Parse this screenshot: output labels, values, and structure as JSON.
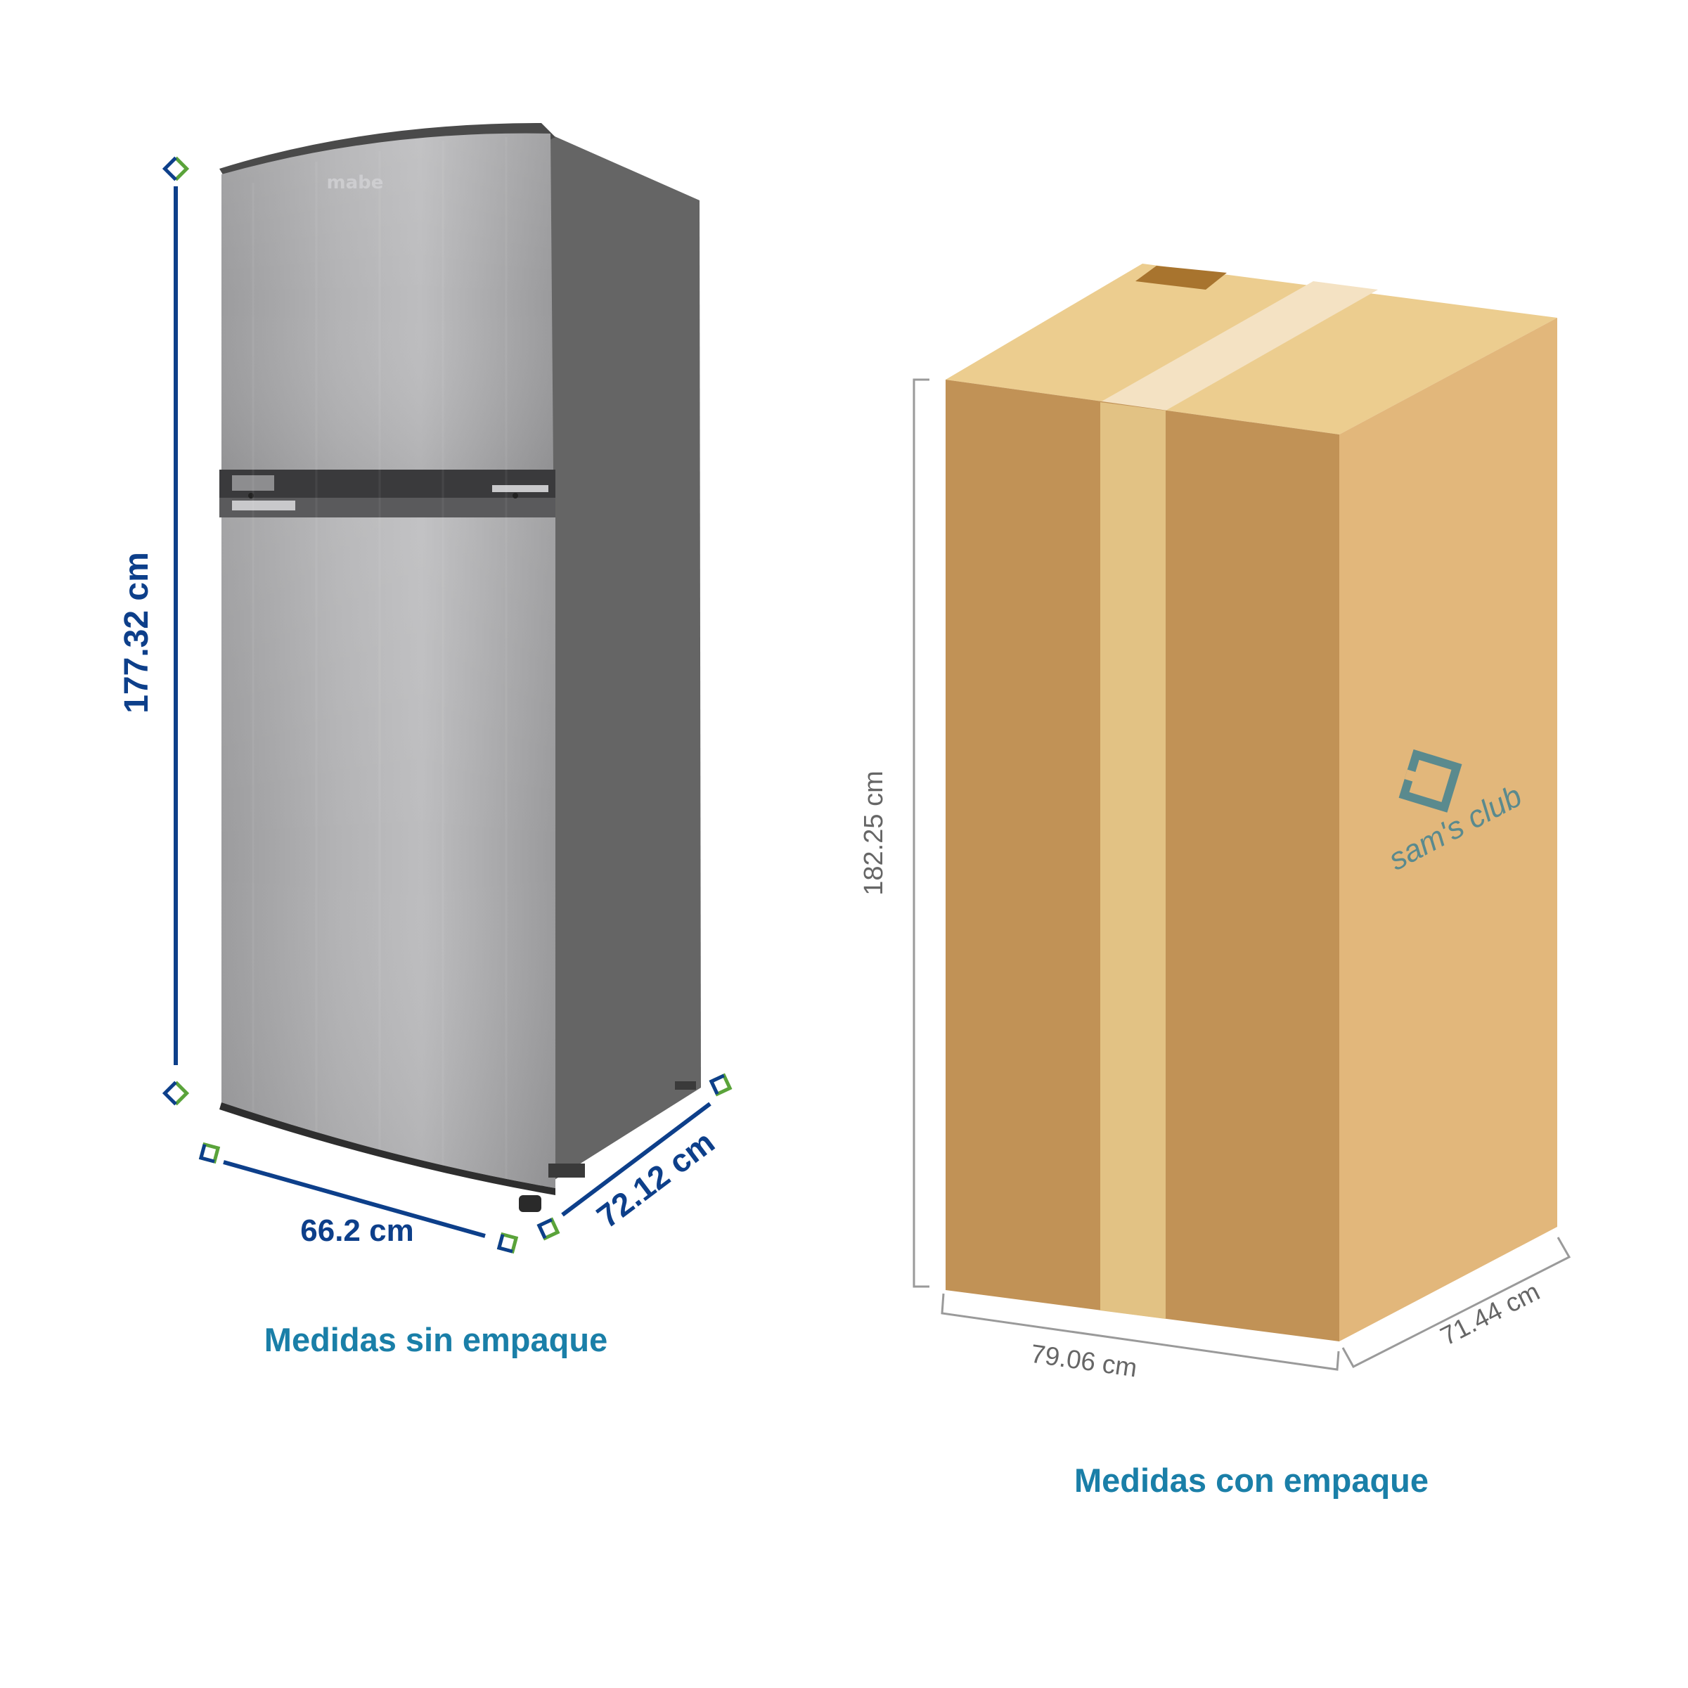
{
  "brand_logo_text": "mabe",
  "box_logo_text": "sam's club",
  "unpackaged": {
    "height_label": "177.32 cm",
    "width_label": "66.2 cm",
    "depth_label": "72.12 cm",
    "caption": "Medidas sin empaque"
  },
  "packaged": {
    "height_label": "182.25 cm",
    "width_label": "79.06 cm",
    "depth_label": "71.44 cm",
    "caption": "Medidas con empaque"
  },
  "colors": {
    "dimension_blue": "#0d3f8a",
    "caption_blue": "#1a7fa8",
    "marker_green": "#5aa33a",
    "gray_line": "#9a9a9a",
    "gray_text": "#666666",
    "steel": "#a9a9ab",
    "fridge_side": "#656565",
    "box_front": "#c19256",
    "box_side": "#e2b77b",
    "box_top": "#eccd8f",
    "tape": "#e2c284"
  }
}
